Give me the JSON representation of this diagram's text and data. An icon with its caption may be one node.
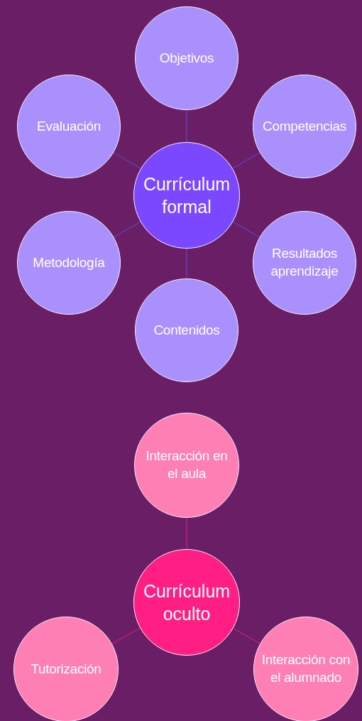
{
  "diagram": {
    "nodes": [
      {
        "text": [
          "Objetivos"
        ]
      },
      {
        "text": [
          "Evaluación"
        ]
      },
      {
        "text": [
          "Competencias"
        ]
      },
      {
        "text": [
          "Currículum formal"
        ]
      },
      {
        "text": [
          "Metodología"
        ]
      },
      {
        "text": [
          "Resultados aprendizaje"
        ]
      },
      {
        "text": [
          "Contenidos"
        ]
      },
      {
        "text": [
          "Interacción en el aula"
        ]
      },
      {
        "text": [
          "Currículum oculto"
        ]
      },
      {
        "text": [
          "Tutorización"
        ]
      },
      {
        "text": [
          "Interacción con el alumnado"
        ]
      }
    ],
    "edges": [
      {
        "from": 3,
        "to": 0,
        "arrow": "none"
      },
      {
        "from": 3,
        "to": 2,
        "arrow": "none"
      },
      {
        "from": 3,
        "to": 5,
        "arrow": "none"
      },
      {
        "from": 3,
        "to": 6,
        "arrow": "none"
      },
      {
        "from": 3,
        "to": 4,
        "arrow": "none"
      },
      {
        "from": 3,
        "to": 1,
        "arrow": "none"
      },
      {
        "from": 8,
        "to": 7,
        "arrow": "none",
        "color": "#e0207f"
      },
      {
        "from": 8,
        "to": 9,
        "arrow": "none",
        "color": "#e0207f"
      },
      {
        "from": 8,
        "to": 10,
        "arrow": "none",
        "color": "#e0207f"
      }
    ]
  }
}
